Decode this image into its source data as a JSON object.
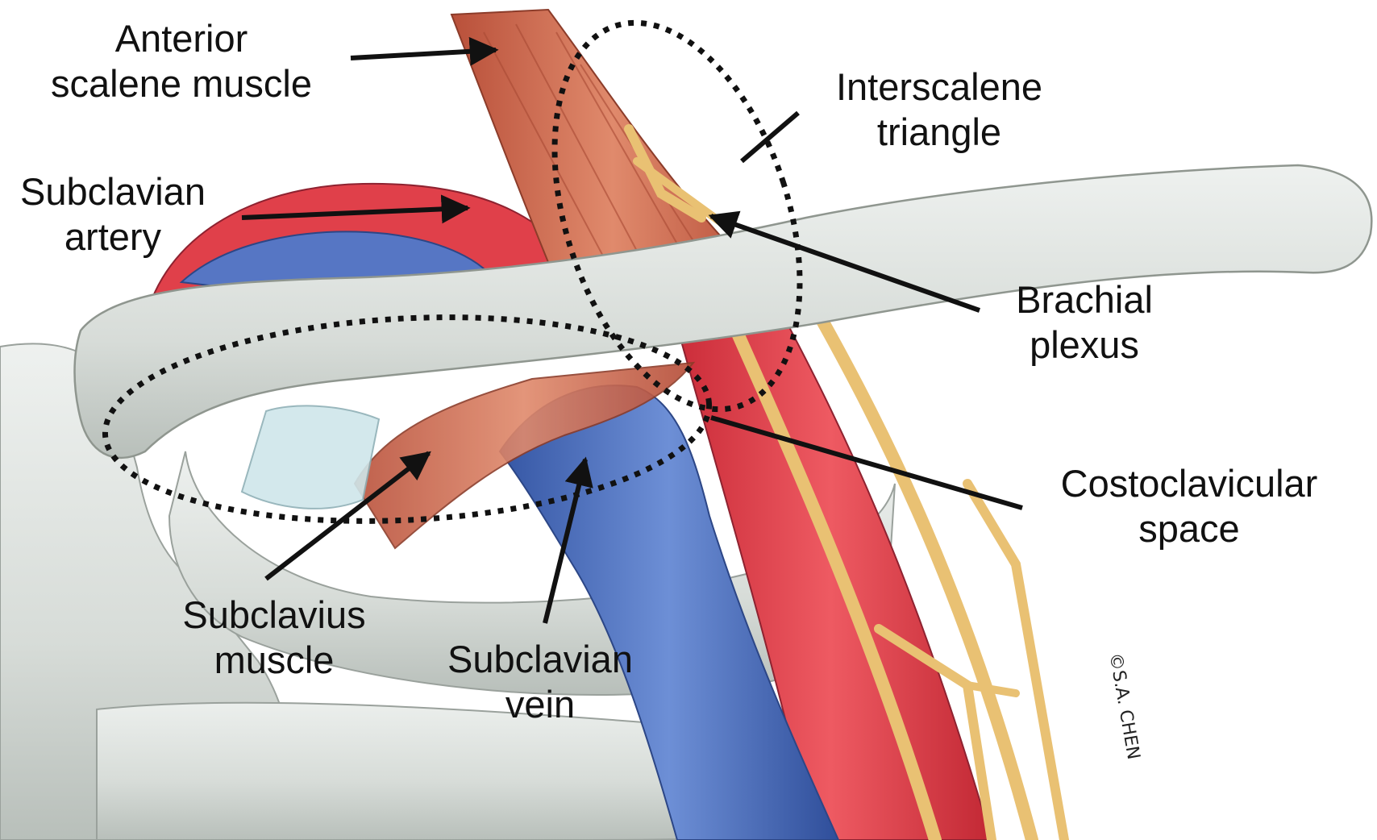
{
  "labels": {
    "anterior_scalene": [
      "Anterior",
      "scalene muscle"
    ],
    "interscalene": [
      "Interscalene",
      "triangle"
    ],
    "subclavian_artery": [
      "Subclavian",
      "artery"
    ],
    "brachial_plexus": [
      "Brachial",
      "plexus"
    ],
    "costoclavicular": [
      "Costoclavicular",
      "space"
    ],
    "subclavius": [
      "Subclavius",
      "muscle"
    ],
    "subclavian_vein": [
      "Subclavian",
      "vein"
    ]
  },
  "signature": "©S.A. CHEN",
  "colors": {
    "bone": "#dfe3e0",
    "bone_shadow": "#b9bfbb",
    "artery": "#e0404a",
    "vein": "#4a6fbd",
    "muscle": "#d26a4e",
    "nerve": "#efcf86",
    "arrow": "#111111"
  }
}
